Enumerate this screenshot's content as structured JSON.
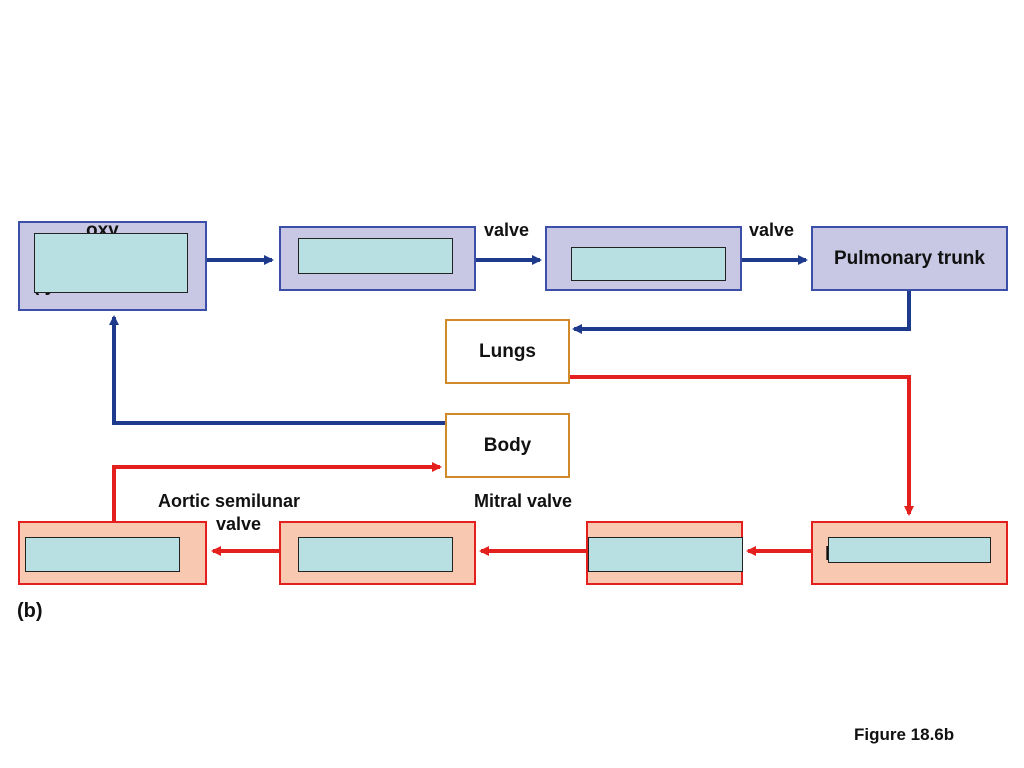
{
  "nodes": {
    "pulmonary_trunk": "Pulmonary trunk",
    "lungs": "Lungs",
    "body": "Body"
  },
  "valve_labels": {
    "tricuspid_partial": "valve",
    "pulmonary_partial": "valve",
    "aortic_semilunar_line1": "Aortic semilunar",
    "aortic_semilunar_line2": "valve",
    "mitral": "Mitral valve"
  },
  "partial_text": {
    "top_left_line1": "oxy",
    "top_left_line2": "(     y",
    "bottom_right": "l          s"
  },
  "panel_label": "(b)",
  "figure_caption": "Figure 18.6b",
  "colors": {
    "deoxygenated": "#1e3a8c",
    "oxygenated": "#e4201e",
    "blue_box_fill": "#c8c8e4",
    "red_box_fill": "#f9c8b0",
    "mask_fill": "#b8e0e2"
  }
}
